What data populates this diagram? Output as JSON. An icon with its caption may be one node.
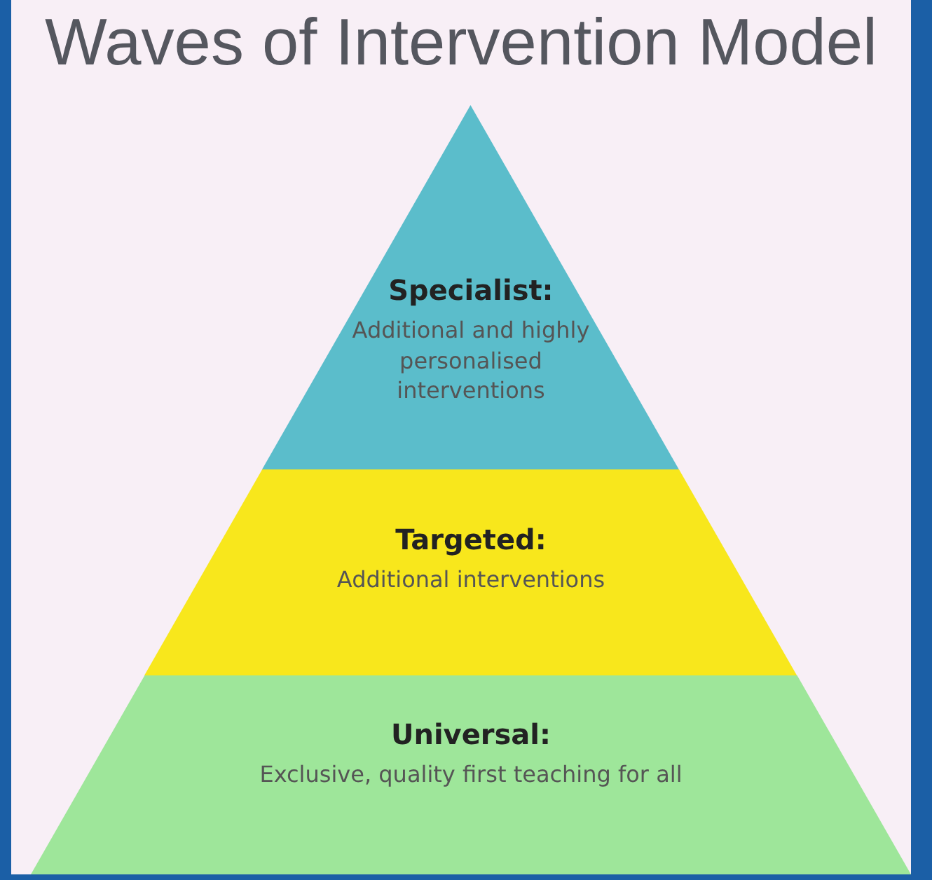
{
  "diagram": {
    "title": "Waves of Intervention Model",
    "nodes": [
      {
        "text": [
          "Specialist:",
          "Additional and highly personalised interventions"
        ]
      },
      {
        "text": [
          "Targeted:",
          "Additional interventions"
        ]
      },
      {
        "text": [
          "Universal:",
          "Exclusive, quality first teaching for all"
        ]
      }
    ],
    "edges": []
  }
}
